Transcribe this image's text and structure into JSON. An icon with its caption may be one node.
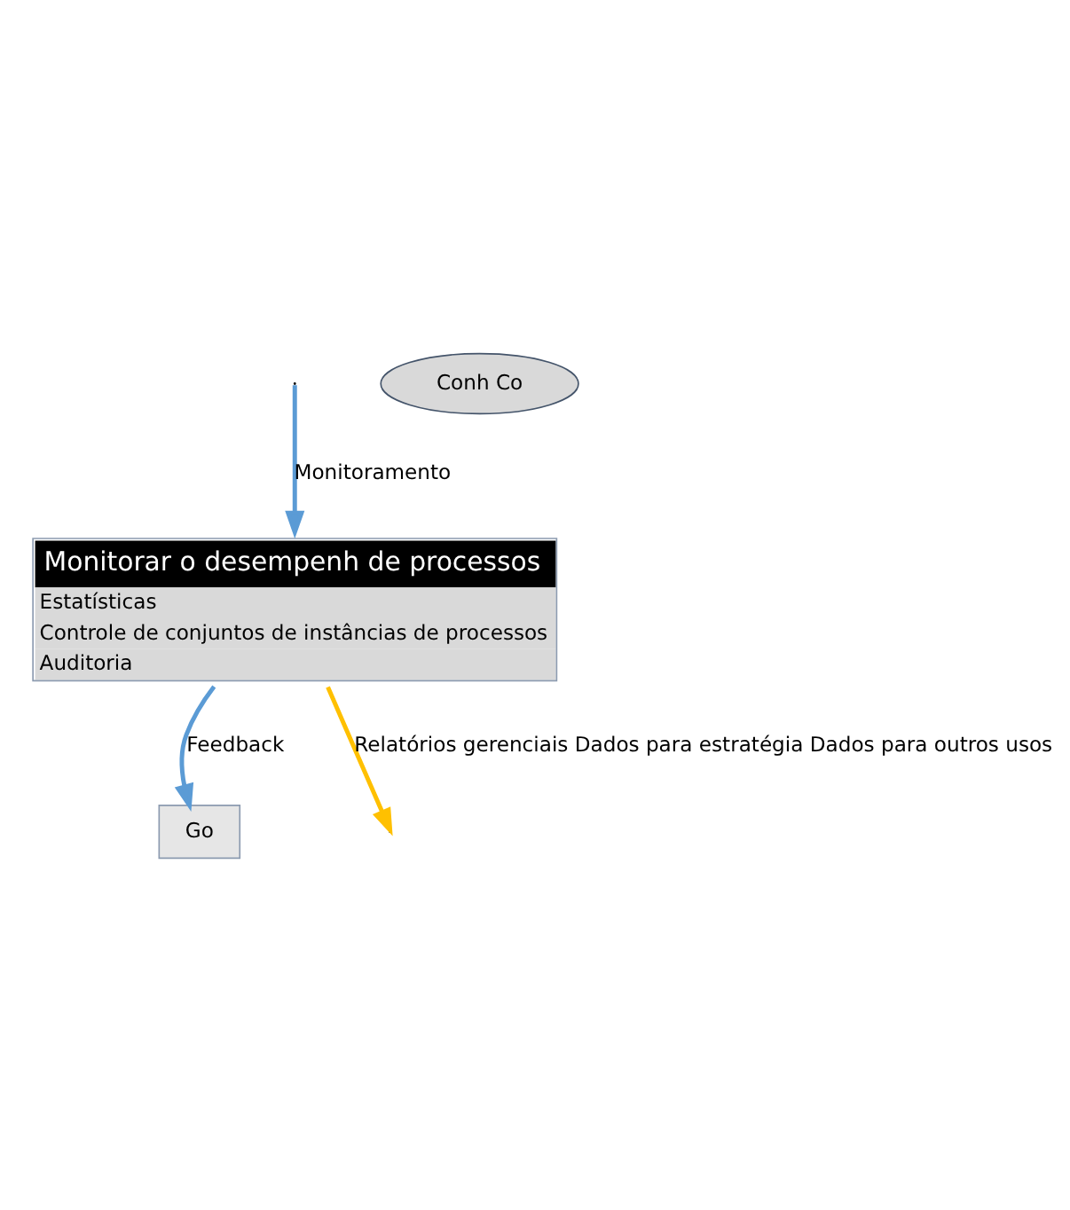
{
  "diagram": {
    "nodes": [
      {
        "text": [
          "Go"
        ]
      },
      {
        "text": [
          "Monitorar o desempenh de processos",
          "Estatísticas",
          "Controle de conjuntos de instâncias de processos",
          "Auditoria"
        ]
      },
      {
        "text": [
          "Conh Co"
        ]
      }
    ],
    "edges": [
      {
        "from": 1,
        "to": 0,
        "arrow": "to",
        "label": "Feedback"
      },
      {
        "from": 1,
        "to": null,
        "arrow": "to",
        "label": "Relatórios gerenciais Dados para estratégia Dados para outros usos",
        "color": "#ffc000"
      },
      {
        "from": null,
        "to": 1,
        "arrow": "to",
        "label": "Monitoramento"
      }
    ]
  }
}
